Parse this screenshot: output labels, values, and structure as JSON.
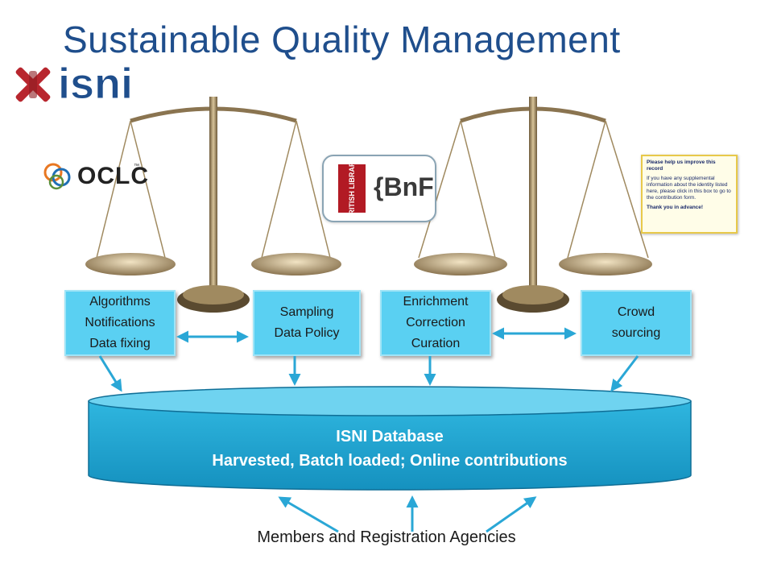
{
  "title": "Sustainable Quality Management",
  "colors": {
    "title": "#1f4e8c",
    "box_fill": "#5ad0f2",
    "database_fill": "#1ba3cf",
    "arrow": "#2aa7d6",
    "isni_x": "#b8262e",
    "isni_text": "#1f4e8c"
  },
  "logos": {
    "isni": "isni",
    "oclc": "OCLC",
    "oclc_tm": "™",
    "british_library": "BRITISH LIBRARY",
    "bnf": "{BnF"
  },
  "boxes": {
    "b1": [
      "Algorithms",
      "Notifications",
      "Data fixing"
    ],
    "b2": [
      "Sampling",
      "Data Policy"
    ],
    "b3": [
      "Enrichment",
      "Correction",
      "Curation"
    ],
    "b4": [
      "Crowd",
      "sourcing"
    ]
  },
  "database": {
    "title": "ISNI Database",
    "subtitle": "Harvested, Batch loaded; Online contributions"
  },
  "footer": "Members and Registration Agencies",
  "help_note": {
    "title": "Please help us improve this record",
    "body": "If you have any supplemental information about the identity listed here, please click in this box to go to the contribution form.",
    "thanks": "Thank you in advance!"
  }
}
